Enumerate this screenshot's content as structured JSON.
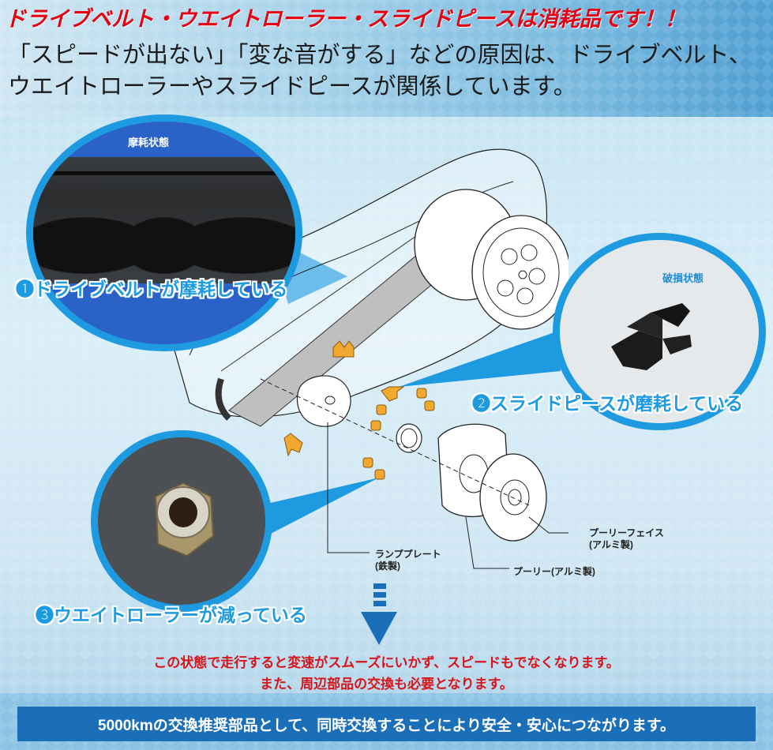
{
  "headline": "ドライブベルト・ウエイトローラー・スライドピースは消耗品です！！",
  "intro": {
    "line1": "「スピードが出ない」「変な音がする」などの原因は、ドライブベルト、",
    "line2": "ウエイトローラーやスライドピースが関係しています。"
  },
  "callouts": [
    {
      "id": "belt",
      "state_label": "摩耗状態",
      "title": "❶ドライブベルトが摩耗している",
      "icon": "worn-belt-photo"
    },
    {
      "id": "slide",
      "state_label": "破損状態",
      "title": "❷スライドピースが磨耗している",
      "icon": "broken-slide-piece-photo"
    },
    {
      "id": "roller",
      "state_label": "",
      "title": "❸ウエイトローラーが減っている",
      "icon": "worn-weight-roller-photo"
    }
  ],
  "parts": {
    "ramp_plate": {
      "line1": "ランププレート",
      "line2": "(鉄製)"
    },
    "pulley": {
      "line1": "プーリー(アルミ製)"
    },
    "pulley_face": {
      "line1": "プーリーフェイス",
      "line2": "(アルミ製)"
    }
  },
  "warning": {
    "line1": "この状態で走行すると変速がスムーズにいかず、スピードもでなくなります。",
    "line2": "また、周辺部品の交換も必要となります。"
  },
  "footer": {
    "text": "5000kmの交換推奨部品として、同時交換することにより安全・安心につながります。"
  },
  "colors": {
    "headline_red": "#e60012",
    "callout_blue": "#1e9ae0",
    "footer_blue": "#1a6fb8",
    "warning_red": "#d7141a",
    "part_orange": "#f0a830"
  }
}
